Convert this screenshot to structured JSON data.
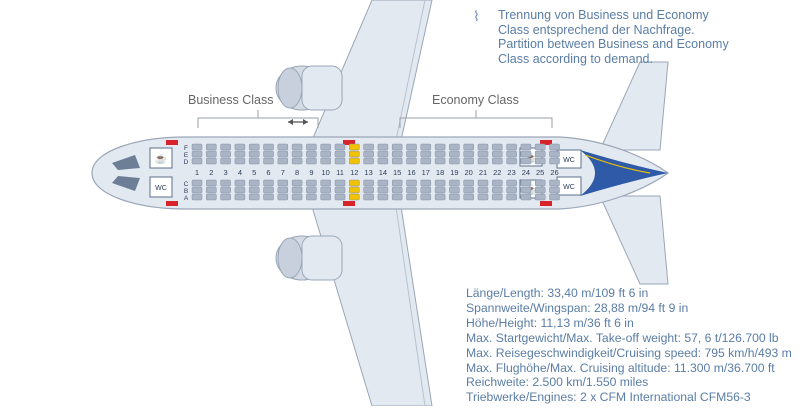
{
  "note": {
    "lines": [
      "Trennung von Business und Economy",
      "Class entsprechend der Nachfrage.",
      "Partition between Business and Economy",
      "Class according to demand."
    ]
  },
  "cabin": {
    "business_label": "Business Class",
    "economy_label": "Economy Class",
    "wc_label": "WC",
    "row_numbers": [
      "1",
      "2",
      "3",
      "4",
      "5",
      "6",
      "7",
      "8",
      "9",
      "10",
      "11",
      "12",
      "13",
      "14",
      "15",
      "16",
      "17",
      "18",
      "19",
      "20",
      "21",
      "22",
      "23",
      "24",
      "25",
      "26"
    ],
    "seat_letters_left": [
      "F",
      "E",
      "D",
      "C",
      "B",
      "A"
    ],
    "colors": {
      "seat": "#a9b4c4",
      "seat_dark": "#8593a8",
      "exit_row": "#f2c200",
      "aircraft": "#e3e9f1",
      "aircraft_outline": "#9aa7b8",
      "door": "#d8232a",
      "tail_stripe": "#2e5aa8"
    }
  },
  "specs": [
    "Länge/Length: 33,40 m/109 ft 6 in",
    "Spannweite/Wingspan: 28,88 m/94 ft 9 in",
    "Höhe/Height: 11,13 m/36 ft 6 in",
    "Max. Startgewicht/Max. Take-off weight: 57, 6 t/126.700 lb",
    "Max. Reisegeschwindigkeit/Cruising speed: 795 km/h/493 m",
    "Max. Flughöhe/Max. Cruising altitude: 11.300 m/36.700 ft",
    "Reichweite: 2.500 km/1.550 miles",
    "Triebwerke/Engines: 2 x CFM International CFM56-3"
  ],
  "icons": [
    "wave-mark-icon",
    "galley-icon",
    "arrow-left-right-icon"
  ]
}
